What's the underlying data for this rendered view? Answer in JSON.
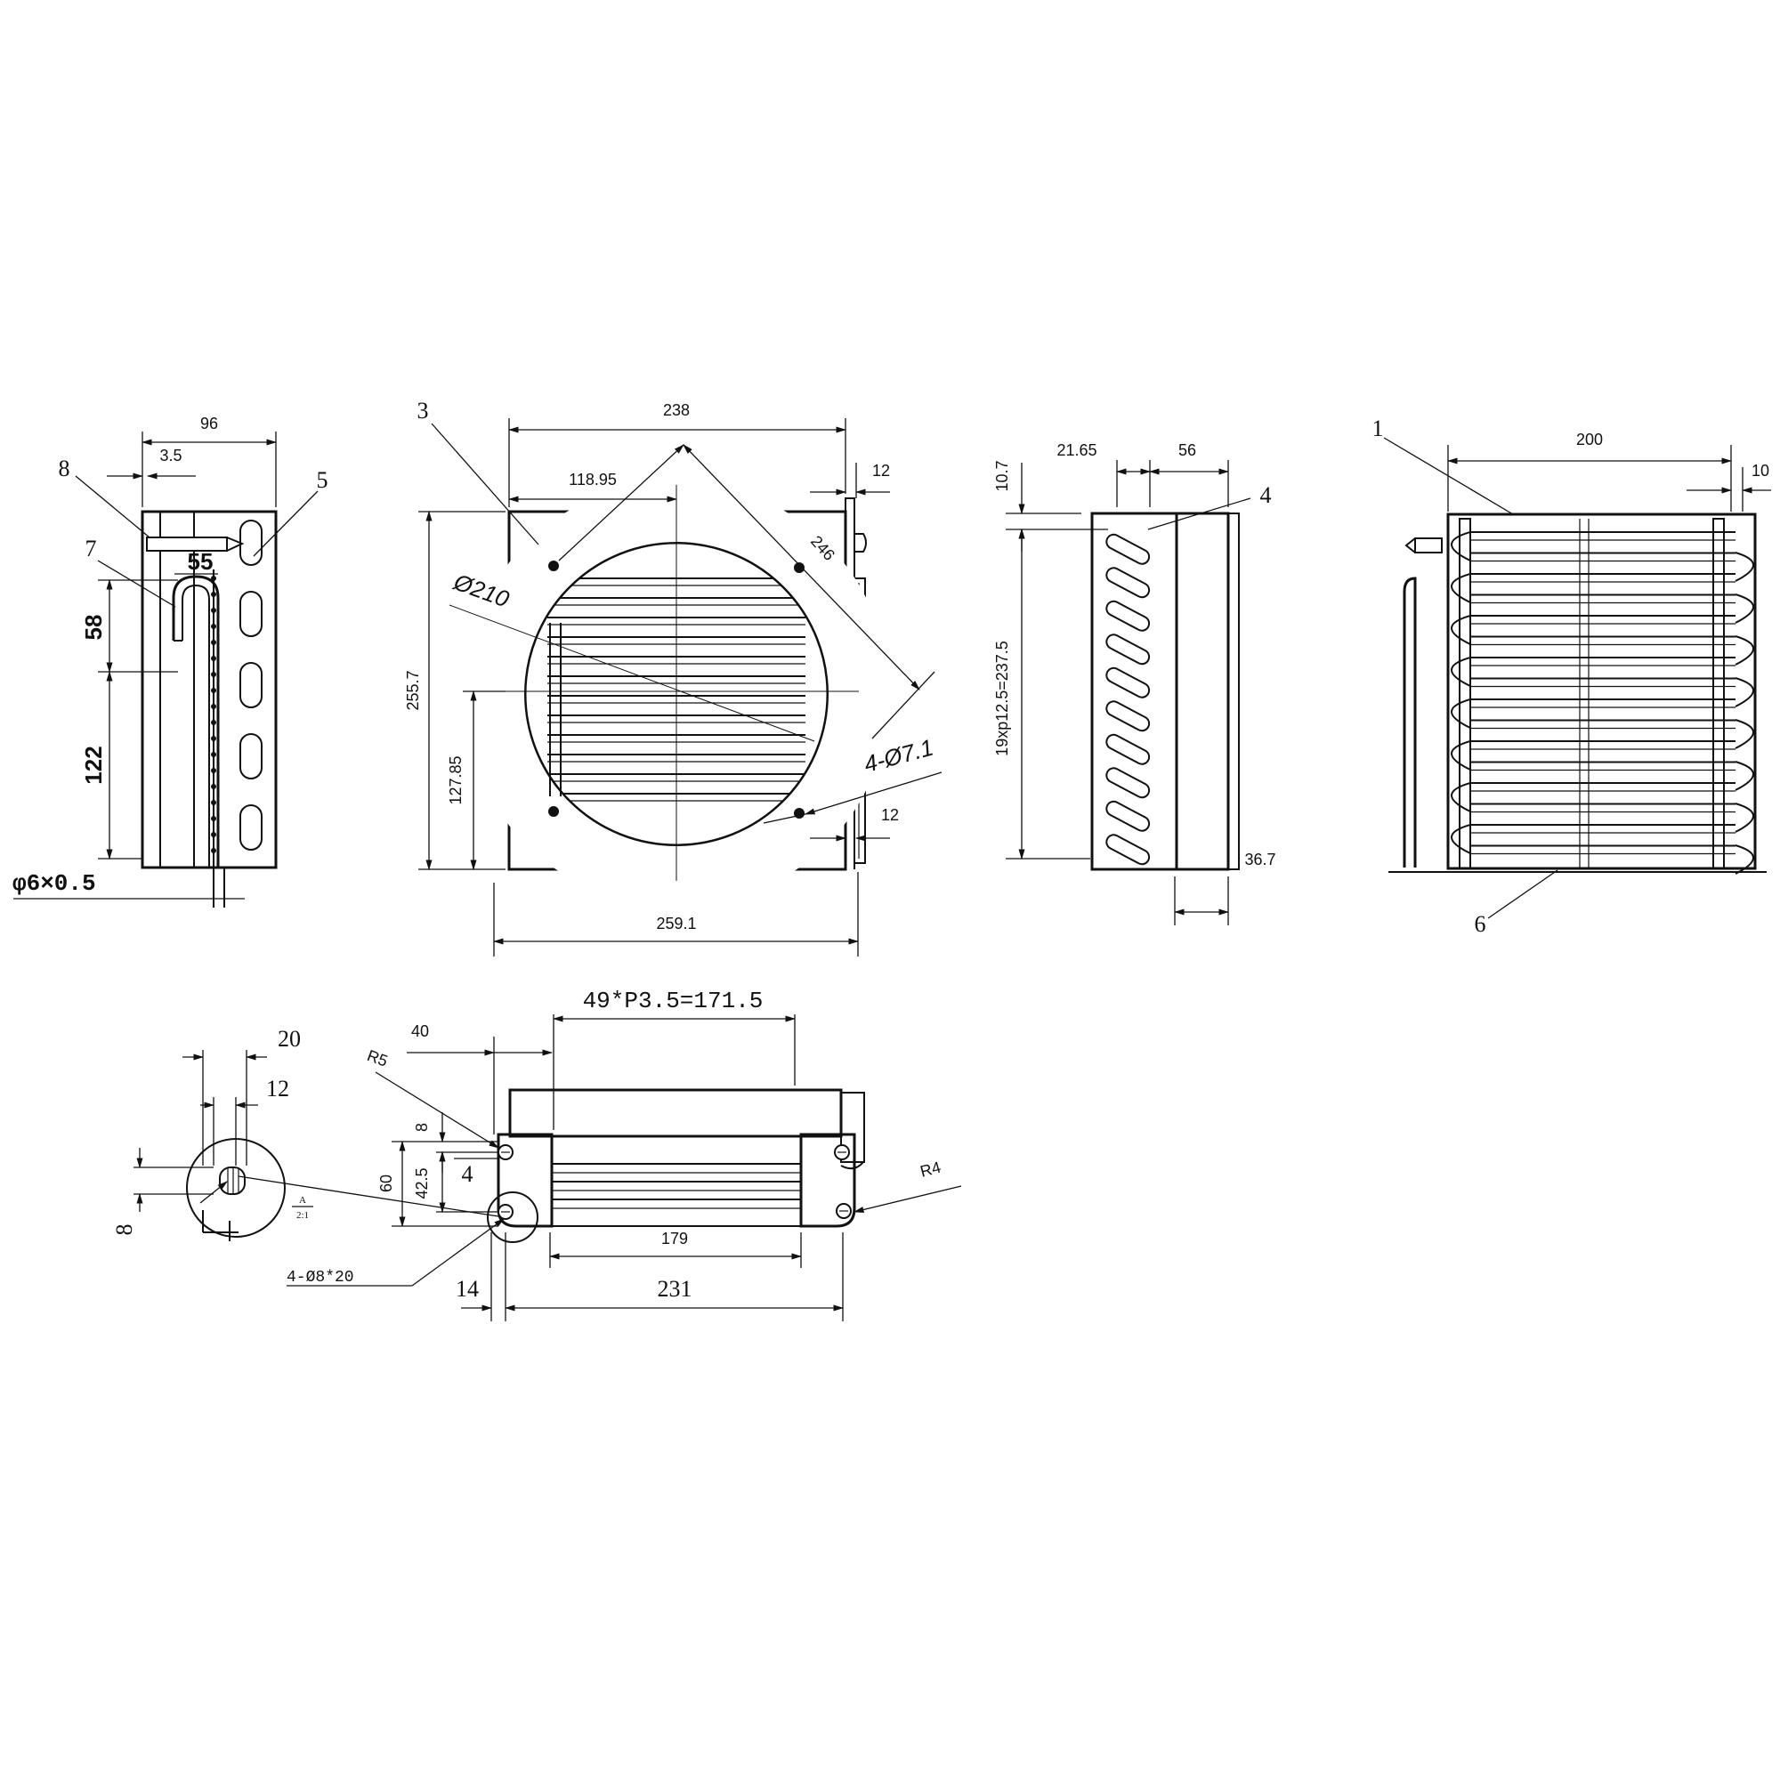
{
  "parts": {
    "p1": "1",
    "p3": "3",
    "p4": "4",
    "p5": "5",
    "p6": "6",
    "p7": "7",
    "p8": "8"
  },
  "side_view": {
    "d96": "96",
    "d3_5": "3.5",
    "d55": "55",
    "d58": "58",
    "d122": "122",
    "tube": "φ6×0.5"
  },
  "front_view": {
    "d238": "238",
    "d118_95": "118.95",
    "d12_top": "12",
    "d246": "246",
    "d210": "Ø210",
    "d255_7": "255.7",
    "d127_85": "127.85",
    "holes": "4-Ø7.1",
    "d12_bot": "12",
    "d259_1": "259.1"
  },
  "fin_view": {
    "d10_7": "10.7",
    "d21_65": "21.65",
    "d56": "56",
    "pitch": "19xp12.5=237.5",
    "d36_7": "36.7"
  },
  "coil_view": {
    "d200": "200",
    "d10": "10"
  },
  "bottom_view": {
    "pitch": "49*P3.5=171.5",
    "d40": "40",
    "r5": "R5",
    "r4": "R4",
    "d8": "8",
    "d60": "60",
    "d42_5": "42.5",
    "d4": "4",
    "d179": "179",
    "d14": "14",
    "d231": "231",
    "slots": "4-Ø8*20"
  },
  "detail": {
    "d20": "20",
    "d12": "12",
    "d8": "8",
    "label_top": "A",
    "label_bot": "2:1"
  }
}
